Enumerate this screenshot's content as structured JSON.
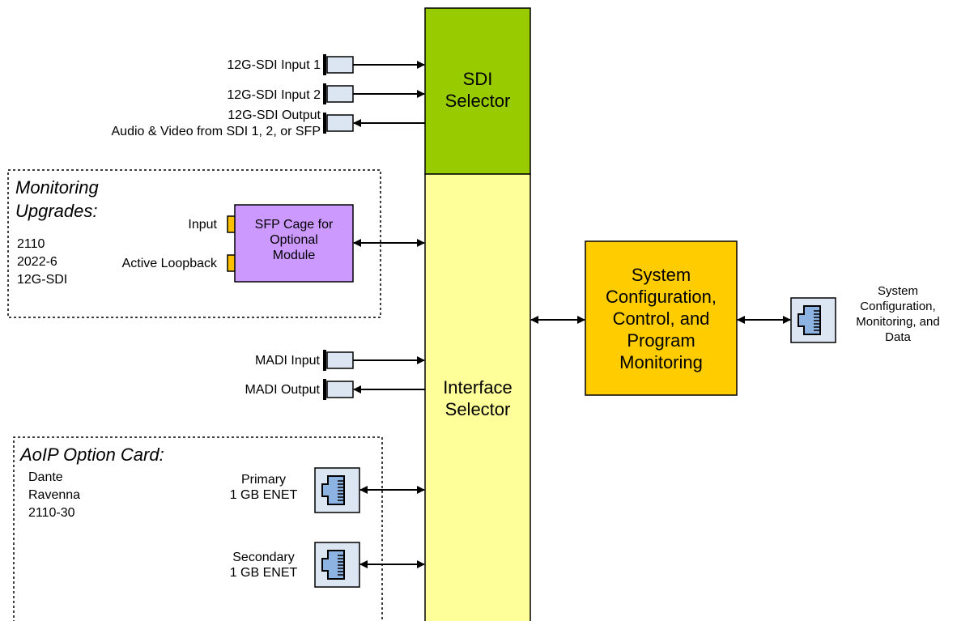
{
  "sdi_selector": {
    "line1": "SDI",
    "line2": "Selector",
    "color": "#99cc00"
  },
  "interface_selector": {
    "line1": "Interface",
    "line2": "Selector",
    "color": "#ffff99"
  },
  "system_block": {
    "lines": [
      "System",
      "Configuration,",
      "Control, and",
      "Program",
      "Monitoring"
    ],
    "color": "#ffcc00"
  },
  "sdi_ports": {
    "input1": "12G-SDI Input 1",
    "input2": "12G-SDI Input 2",
    "output_line1": "12G-SDI Output",
    "output_line2": "Audio & Video from SDI 1, 2, or SFP"
  },
  "monitoring_upgrades": {
    "title_line1": "Monitoring",
    "title_line2": "Upgrades:",
    "items": [
      "2110",
      "2022-6",
      "12G-SDI"
    ],
    "input_label": "Input",
    "loopback_label": "Active Loopback",
    "sfp_lines": [
      "SFP Cage for",
      "Optional",
      "Module"
    ],
    "sfp_color": "#cc99ff"
  },
  "madi": {
    "input": "MADI Input",
    "output": "MADI Output"
  },
  "aoip": {
    "title": "AoIP Option Card:",
    "items": [
      "Dante",
      "Ravenna",
      "2110-30"
    ],
    "primary_line1": "Primary",
    "primary_line2": "1 GB ENET",
    "secondary_line1": "Secondary",
    "secondary_line2": "1 GB ENET"
  },
  "external": {
    "lines": [
      "System",
      "Configuration,",
      "Monitoring, and",
      "Data"
    ]
  },
  "colors": {
    "connector": "#dce6f2",
    "sfp_port": "#ffc000",
    "rj45_icon": "#8db3e2"
  }
}
